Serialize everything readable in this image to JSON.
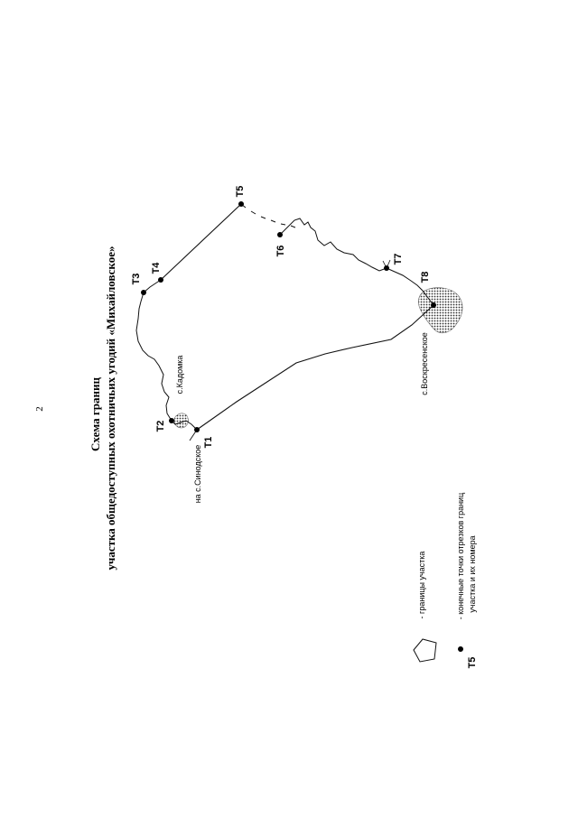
{
  "page_number": "2",
  "title": {
    "line1": "Схема границ",
    "line2": "участка общедоступных охотничьих угодий «Михайловское»"
  },
  "points": {
    "t1": "Т1",
    "t2": "Т2",
    "t3": "Т3",
    "t4": "Т4",
    "t5": "Т5",
    "t6": "Т6",
    "t7": "Т7",
    "t8": "Т8"
  },
  "places": {
    "kadomka": "с.Кадомка",
    "sinodskoe": "на с.Синодское",
    "voskresenskoe": "с.Воскресенское"
  },
  "legend": {
    "boundary_label": "- границы участка",
    "point_symbol_label": "Т5",
    "point_line1": "- конечные точки отрезков границ",
    "point_line2": "участка и их номера"
  }
}
